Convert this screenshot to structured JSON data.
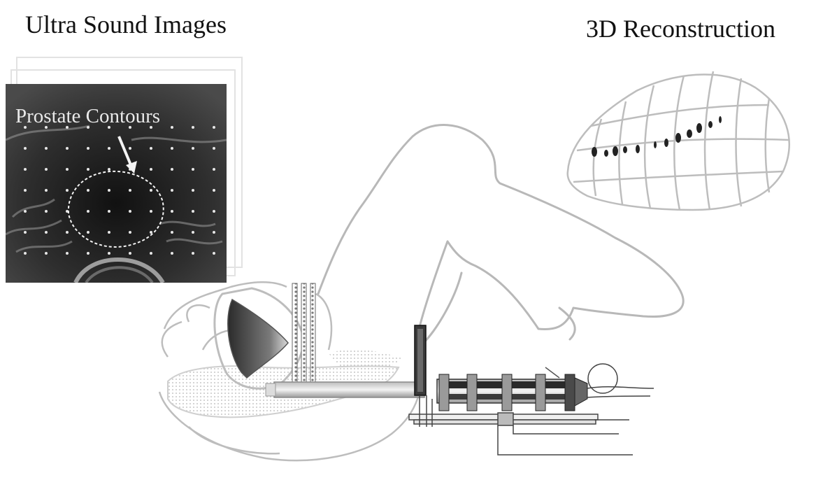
{
  "titles": {
    "left": "Ultra Sound Images",
    "right": "3D Reconstruction"
  },
  "ultrasound": {
    "label": "Prostate Contours"
  }
}
